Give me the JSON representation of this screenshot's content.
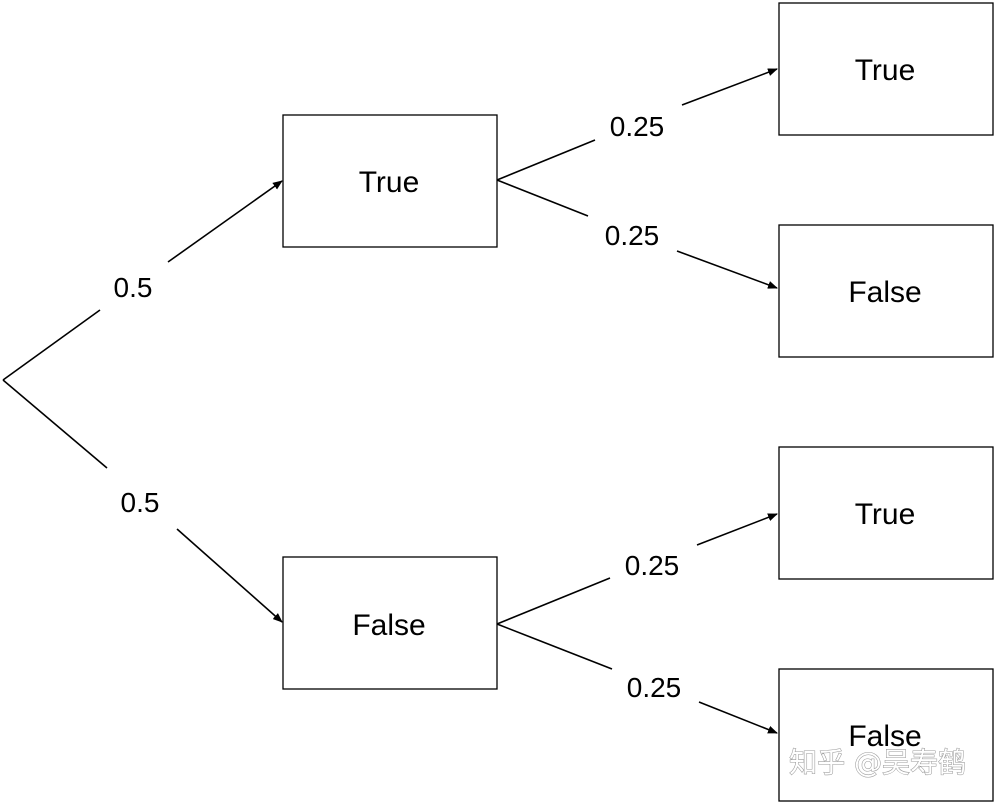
{
  "root": {
    "edges": [
      {
        "label": "0.5",
        "target": "true"
      },
      {
        "label": "0.5",
        "target": "false"
      }
    ]
  },
  "level1": {
    "true_node": {
      "label": "True"
    },
    "false_node": {
      "label": "False"
    }
  },
  "level2": {
    "true_true": {
      "label": "True",
      "edge_label": "0.25"
    },
    "true_false": {
      "label": "False",
      "edge_label": "0.25"
    },
    "false_true": {
      "label": "True",
      "edge_label": "0.25"
    },
    "false_false": {
      "label": "False",
      "edge_label": "0.25"
    }
  },
  "watermark": {
    "text": "知乎 @吴寿鹤"
  },
  "colors": {
    "stroke": "#000000",
    "background": "#ffffff",
    "watermark_outline": "#9a9a9a"
  }
}
